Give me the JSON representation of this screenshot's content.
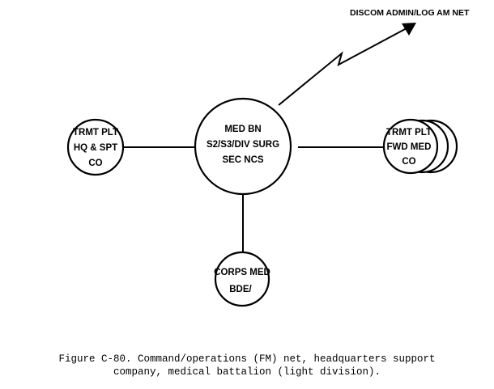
{
  "diagram": {
    "nodes": {
      "center": {
        "lines": [
          "MED BN",
          "S2/S3/DIV SURG",
          "SEC NCS"
        ]
      },
      "left": {
        "lines": [
          "TRMT PLT",
          "HQ & SPT",
          "CO"
        ]
      },
      "right": {
        "lines": [
          "TRMT PLT",
          "FWD MED",
          "CO"
        ]
      },
      "bottom": {
        "lines": [
          "CORPS MED",
          "BDE/"
        ]
      }
    },
    "external_net_label": "DISCOM ADMIN/LOG AM NET"
  },
  "caption": {
    "line1": "Figure C-80. Command/operations (FM) net, headquarters support",
    "line2": "company, medical battalion (light division)."
  }
}
